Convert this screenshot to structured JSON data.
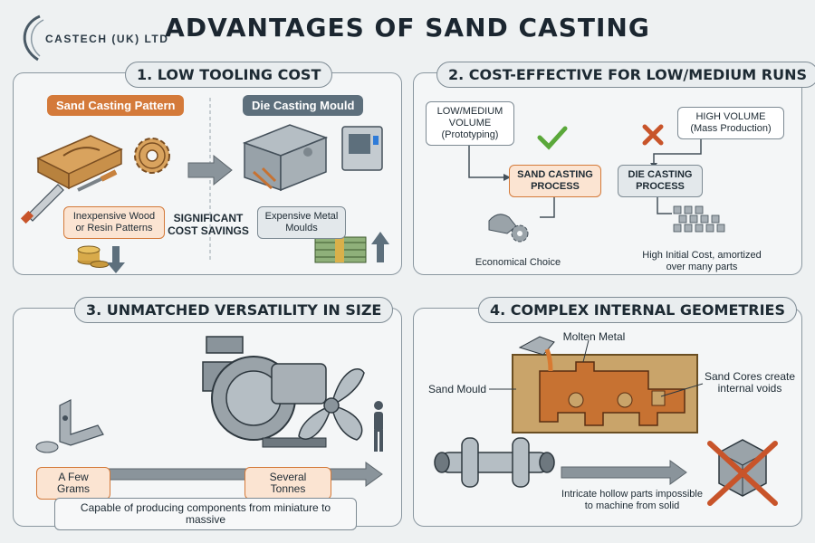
{
  "header": {
    "logo_text": "CASTECH (UK) LTD",
    "title": "ADVANTAGES OF SAND CASTING"
  },
  "panel1": {
    "title": "1. LOW TOOLING COST",
    "left_tag": "Sand Casting Pattern",
    "right_tag": "Die Casting Mould",
    "left_note": "Inexpensive Wood or Resin Patterns",
    "center_note": "SIGNIFICANT COST SAVINGS",
    "right_note": "Expensive Metal Moulds"
  },
  "panel2": {
    "title": "2. COST-EFFECTIVE FOR LOW/MEDIUM RUNS",
    "low_box": "LOW/MEDIUM VOLUME (Prototyping)",
    "high_box": "HIGH VOLUME (Mass Production)",
    "sand_box": "SAND CASTING PROCESS",
    "die_box": "DIE CASTING PROCESS",
    "left_caption": "Economical Choice",
    "right_caption": "High Initial Cost, amortized over many parts"
  },
  "panel3": {
    "title": "3. UNMATCHED VERSATILITY IN SIZE",
    "small_label": "A Few Grams",
    "large_label": "Several Tonnes",
    "caption": "Capable of producing components from miniature to massive"
  },
  "panel4": {
    "title": "4. COMPLEX INTERNAL GEOMETRIES",
    "molten_label": "Molten Metal",
    "mould_label": "Sand Mould",
    "cores_label": "Sand Cores create internal voids",
    "caption": "Intricate hollow parts impossible to machine from solid"
  },
  "colors": {
    "orange": "#d47a3a",
    "slate": "#5d6f7c",
    "check": "#5aa83a",
    "cross": "#c8542a",
    "copper": "#c77232"
  }
}
